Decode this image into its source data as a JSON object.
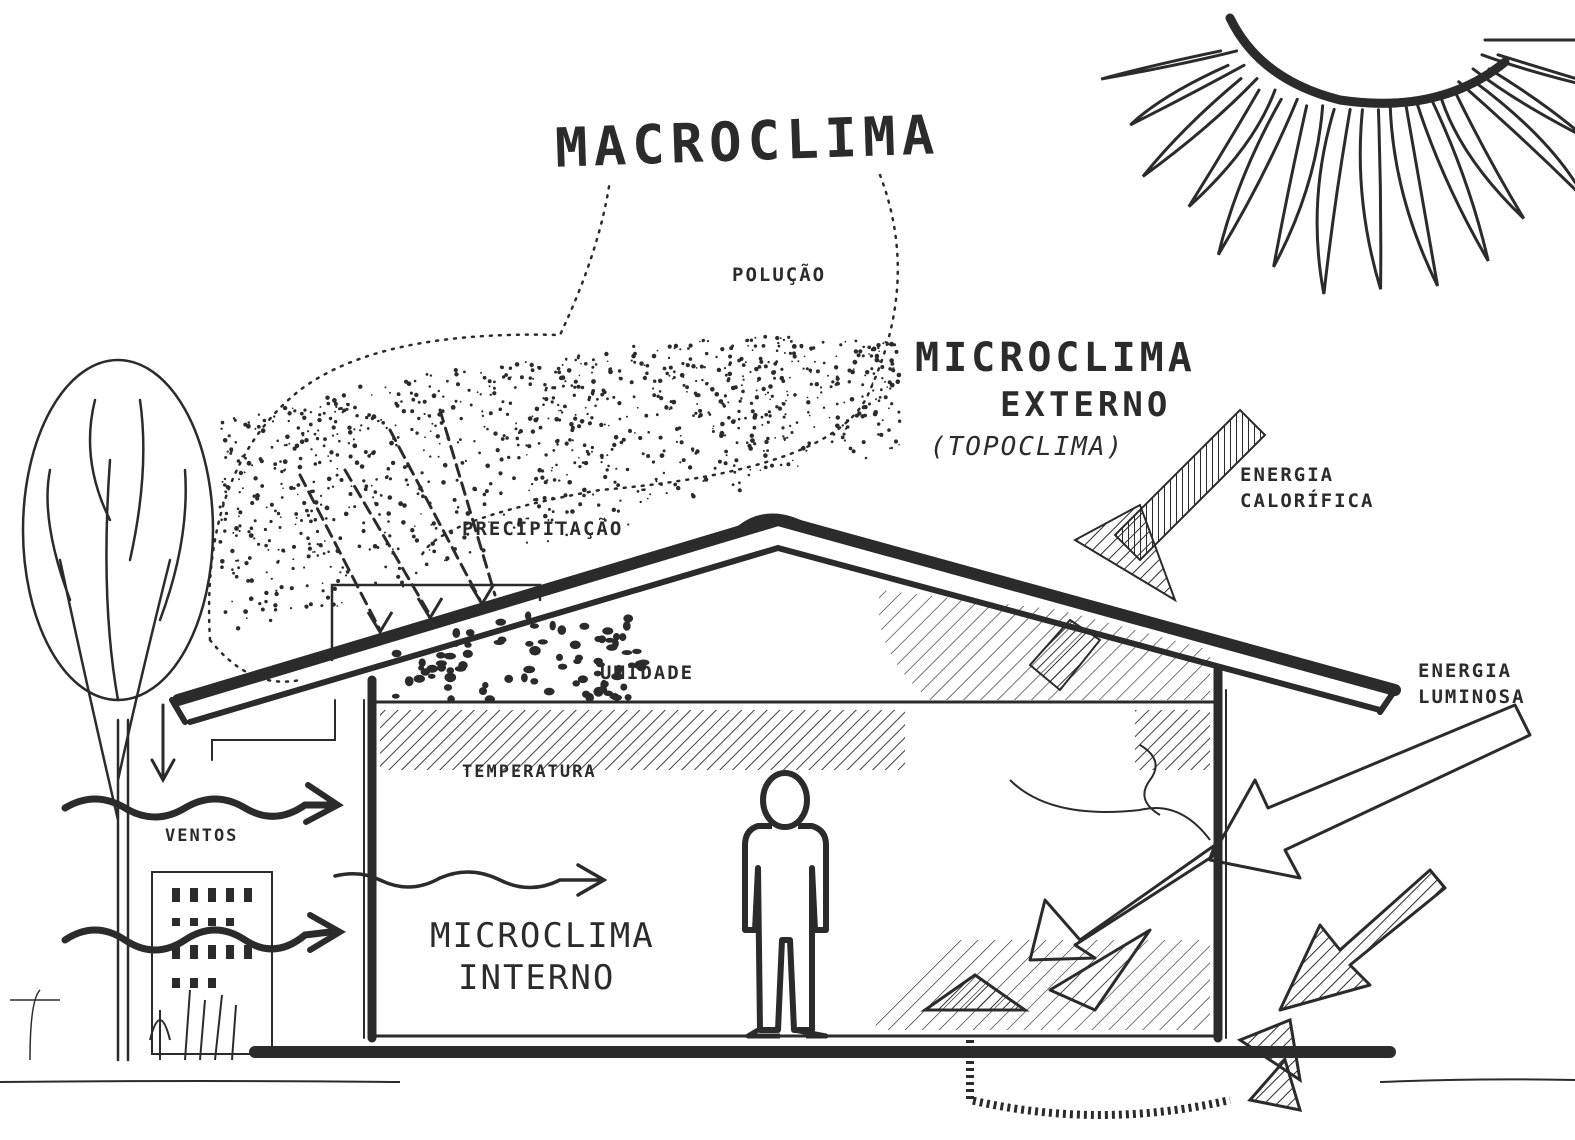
{
  "labels": {
    "macroclima": "MACROCLIMA",
    "poluicao": "POLUÇÃO",
    "microclima_externo_1": "MICROCLIMA",
    "microclima_externo_2": "EXTERNO",
    "topoclima": "(TOPOCLIMA)",
    "energia_calorifica_1": "ENERGIA",
    "energia_calorifica_2": "CALORÍFICA",
    "precipitacao": "PRECIPITAÇÃO",
    "umidade": "UMIDADE",
    "energia_luminosa_1": "ENERGIA",
    "energia_luminosa_2": "LUMINOSA",
    "temperatura": "TEMPERATURA",
    "ventos": "VENTOS",
    "microclima_interno_1": "MICROCLIMA",
    "microclima_interno_2": "INTERNO"
  },
  "colors": {
    "ink": "#2b2b2b",
    "paper": "#ffffff"
  }
}
